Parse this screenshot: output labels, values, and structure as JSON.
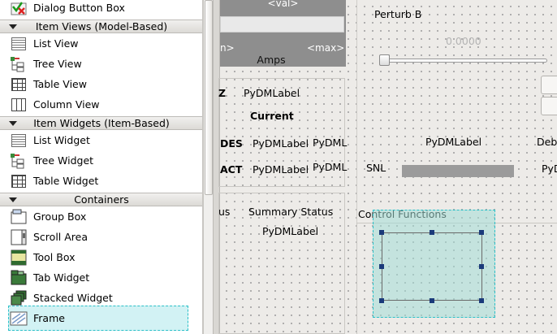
{
  "widget_box": {
    "top_item": "Dialog Button Box",
    "categories": {
      "item_views": "Item Views (Model-Based)",
      "item_widgets": "Item Widgets (Item-Based)",
      "containers": "Containers"
    },
    "item_views": [
      "List View",
      "Tree View",
      "Table View",
      "Column View"
    ],
    "item_widgets": [
      "List Widget",
      "Tree Widget",
      "Table Widget"
    ],
    "containers": [
      "Group Box",
      "Scroll Area",
      "Tool Box",
      "Tab Widget",
      "Stacked Widget",
      "Frame"
    ],
    "selected_item": "Frame"
  },
  "canvas": {
    "slider_panel": {
      "val_label": "<val>",
      "left_label": "n>",
      "units": "Amps",
      "max_label": "<max>"
    },
    "status_panel": {
      "z_label": "Z",
      "label_1": "PyDMLabel",
      "current_heading": "Current",
      "row1_label": "DES",
      "row1_value": "PyDMLabel",
      "row1_extra": "PyDML",
      "row2_label": "ACT",
      "row2_value": "PyDMLabel",
      "row2_extra": "PyDML"
    },
    "summary_panel": {
      "left_text": "us",
      "title": "Summary Status",
      "value": "PyDMLabel"
    },
    "perturb": {
      "title": "Perturb B",
      "value": "0.0000",
      "slider_fraction": 0.0
    },
    "snl": {
      "label": "SNL",
      "mid_label": "PyDMLabel",
      "right_label_1": "Deb",
      "right_label_2": "PyD"
    },
    "control_functions": {
      "title": "Control Functions"
    }
  },
  "colors": {
    "selection_fill": "#d2f2f4",
    "selection_border": "#2cc0c8",
    "handle": "#1a3a7a",
    "slider_header": "#8e8e8e"
  },
  "icons": {
    "dialog_button_box": "check-cross-icon",
    "list_view": "list-icon",
    "tree_view": "tree-icon",
    "table_view": "table-icon",
    "column_view": "columns-icon",
    "group_box": "group-box-icon",
    "scroll_area": "scroll-area-icon",
    "tool_box": "tool-box-icon",
    "tab_widget": "tab-widget-icon",
    "stacked_widget": "stacked-widget-icon",
    "frame": "frame-icon"
  }
}
